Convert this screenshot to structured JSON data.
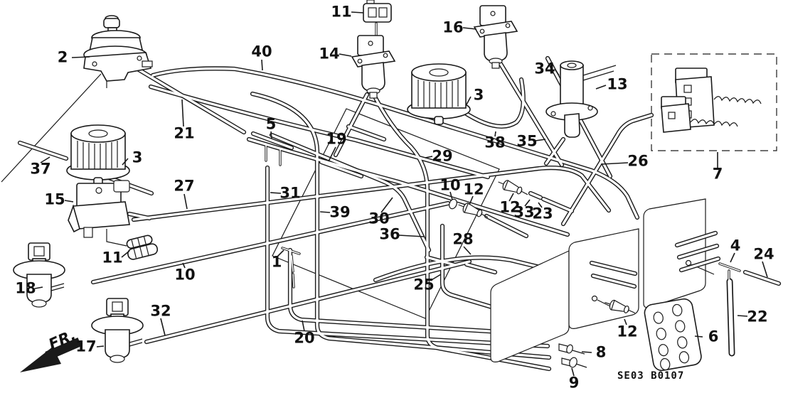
{
  "diagram": {
    "part_code": "SE03 B0107",
    "fr_marker": "FR.",
    "background_color": "#ffffff",
    "line_color": "#1a1a1a"
  },
  "labels": {
    "l2": "2",
    "l11_top": "11",
    "l16": "16",
    "l40": "40",
    "l14": "14",
    "l34": "34",
    "l13": "13",
    "l3_mid": "3",
    "l21": "21",
    "l5": "5",
    "l19": "19",
    "l37": "37",
    "l3_left": "3",
    "l29": "29",
    "l38": "38",
    "l35": "35",
    "l26": "26",
    "l7": "7",
    "l15": "15",
    "l27": "27",
    "l31": "31",
    "l39": "39",
    "l30": "30",
    "l36": "36",
    "l10_right": "10",
    "l12_a": "12",
    "l12_b": "12",
    "l33": "33",
    "l23": "23",
    "l28": "28",
    "l25": "25",
    "l1": "1",
    "l11_left": "11",
    "l10_left": "10",
    "l18": "18",
    "l32": "32",
    "l17": "17",
    "l20": "20",
    "l4": "4",
    "l24": "24",
    "l22": "22",
    "l6": "6",
    "l12_c": "12",
    "l8": "8",
    "l9": "9"
  }
}
